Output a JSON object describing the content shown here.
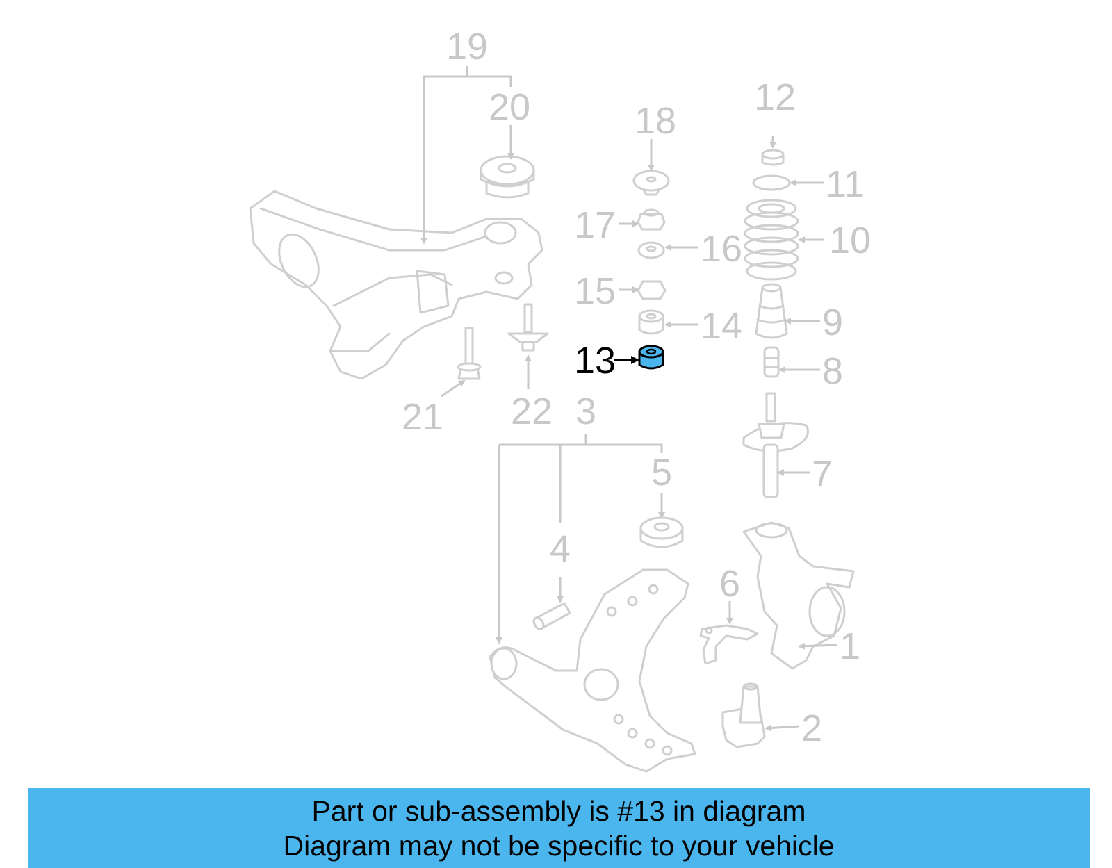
{
  "diagram": {
    "highlighted_part": "13",
    "highlight_color": "#4bb6ee",
    "callouts": [
      "1",
      "2",
      "3",
      "4",
      "5",
      "6",
      "7",
      "8",
      "9",
      "10",
      "11",
      "12",
      "13",
      "14",
      "15",
      "16",
      "17",
      "18",
      "19",
      "20",
      "21",
      "22"
    ]
  },
  "banner": {
    "line1": "Part or sub-assembly is #13 in diagram",
    "line2": "Diagram may not be specific to your vehicle",
    "background": "#4bb6ee"
  }
}
